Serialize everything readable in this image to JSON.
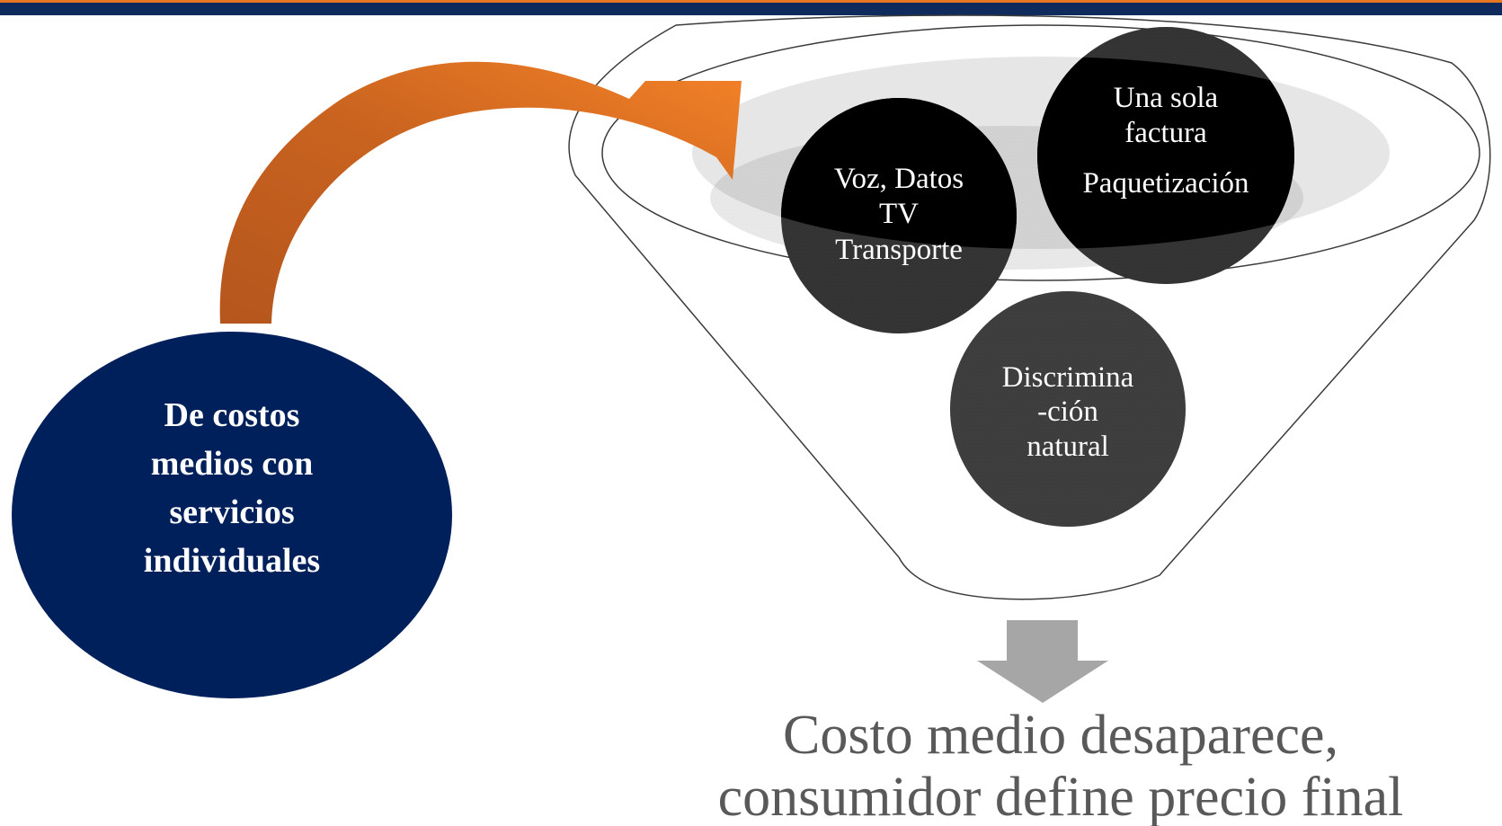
{
  "colors": {
    "top_bar": "#0f2a5c",
    "top_bar_accent": "#e87722",
    "source_circle": "#00205b",
    "arrow_orange": "#f07f27",
    "arrow_orange_dark": "#b5561e",
    "funnel_stroke": "#3b3b3b",
    "ellipse_fill": "#e6e6e6",
    "circle_dark": "#000000",
    "circle_grey": "#555555",
    "down_arrow": "#a6a6a6",
    "conclusion_text": "#595959"
  },
  "source": {
    "lines": [
      "De costos",
      "medios con",
      "servicios",
      "individuales"
    ]
  },
  "circles": {
    "voz": {
      "lines": [
        "Voz, Datos",
        "TV",
        "Transporte"
      ]
    },
    "factura": {
      "lines": [
        "Una sola",
        "factura"
      ],
      "extra": "Paquetización"
    },
    "discrimina": {
      "lines": [
        "Discrimina",
        "-ción",
        "natural"
      ]
    }
  },
  "conclusion": {
    "lines": [
      "Costo medio desaparece,",
      "consumidor define precio final"
    ]
  }
}
